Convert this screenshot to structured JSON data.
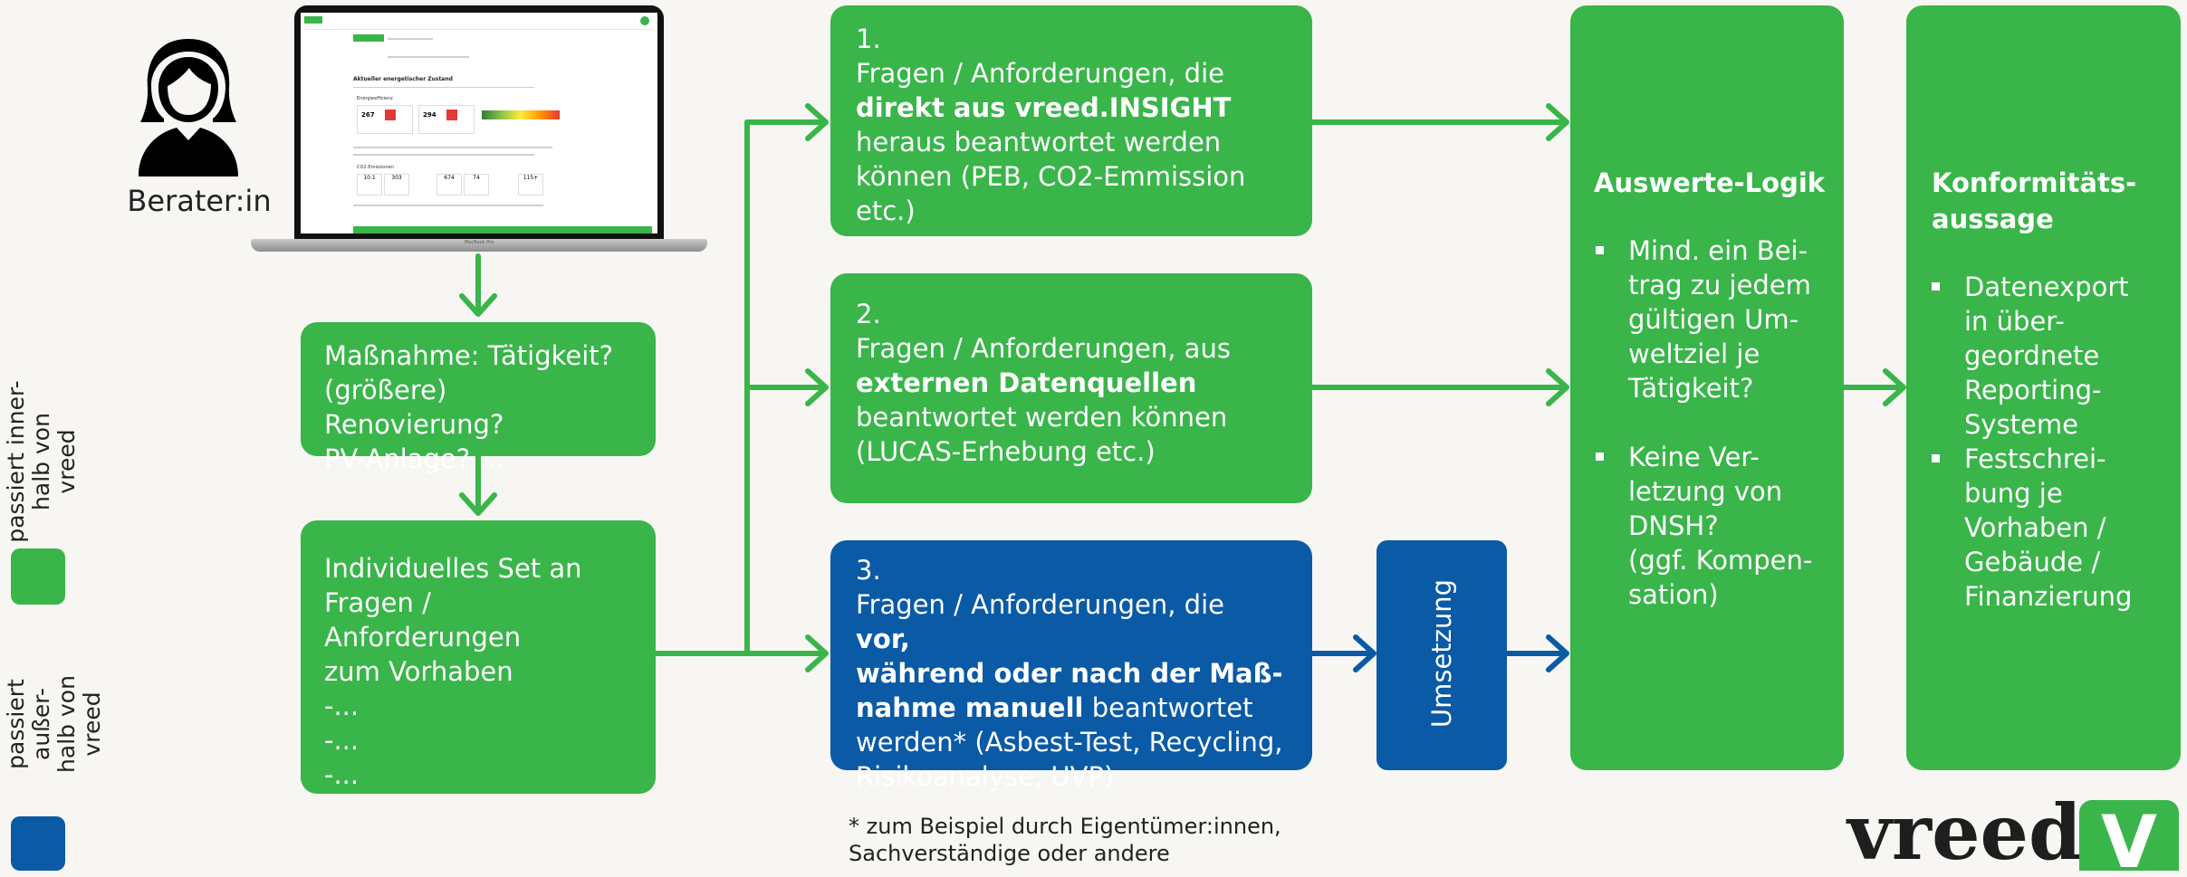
{
  "persona": {
    "label": "Berater:in",
    "icon": "person-icon"
  },
  "legend": {
    "inner": {
      "label_line1": "passiert inner-",
      "label_line2": "halb von vreed",
      "color": "#39b54a"
    },
    "outer": {
      "label_line1": "passiert außer-",
      "label_line2": "halb von vreed",
      "color": "#0a5aa6"
    }
  },
  "left_boxes": {
    "massnahme": [
      "Maßnahme: Tätigkeit?",
      "(größere) Renovierung?",
      "PV-Anlage? ..."
    ],
    "set": [
      "Individuelles Set an",
      "Fragen / Anforderungen",
      "zum Vorhaben",
      "-...",
      "-...",
      "-..."
    ]
  },
  "steps": {
    "s1": {
      "num": "1.",
      "line1": "Fragen / Anforderungen, die",
      "bold": "direkt aus vreed.INSIGHT",
      "line3": "heraus beantwortet werden",
      "line4": "können (PEB, CO2-Emmission",
      "line5": "etc.)"
    },
    "s2": {
      "num": "2.",
      "line1": "Fragen / Anforderungen, aus",
      "bold": "externen Datenquellen",
      "line3": "beantwortet werden können",
      "line4": "(LUCAS-Erhebung etc.)"
    },
    "s3": {
      "num": "3.",
      "line1_plain": "Fragen / Anforderungen, die ",
      "line1_bold": "vor,",
      "line2_bold": "während oder nach der Maß-",
      "line3_bold": "nahme manuell",
      "line3_plain": " beantwortet",
      "line4": "werden* (Asbest-Test, Recycling,",
      "line5": "Risikoanalyse, UVP)"
    }
  },
  "umsetzung": "Umsetzung",
  "footnote": {
    "line1": "* zum Beispiel durch Eigentümer:innen,",
    "line2": "Sachverständige oder andere"
  },
  "auswerte": {
    "title": "Auswerte-Logik",
    "item1": [
      "Mind. ein Bei-",
      "trag zu jedem",
      "gültigen Um-",
      "weltziel je",
      "Tätigkeit?"
    ],
    "item2": [
      "Keine Ver-",
      "letzung von",
      "DNSH?",
      "(ggf. Kompen-",
      "sation)"
    ]
  },
  "konform": {
    "title_line1": "Konformitäts-",
    "title_line2": "aussage",
    "item1": [
      "Datenexport",
      "in über-",
      "geordnete",
      "Reporting-",
      "Systeme"
    ],
    "item2": [
      "Festschrei-",
      "bung je",
      "Vorhaben /",
      "Gebäude /",
      "Finanzierung"
    ]
  },
  "logo": {
    "text": "vreed",
    "mark": "V"
  },
  "laptop": {
    "section_title": "Aktueller energetischer Zustand",
    "energy_label": "Energieeffizienz",
    "values": [
      "267",
      "294",
      "10.1",
      "303",
      "674",
      "74",
      "115+"
    ],
    "co2_label": "CO2-Emissionen",
    "brand_bar": "MacBook Pro"
  },
  "colors": {
    "green": "#39b54a",
    "blue": "#0a5aa6",
    "background": "#f8f6f3"
  }
}
